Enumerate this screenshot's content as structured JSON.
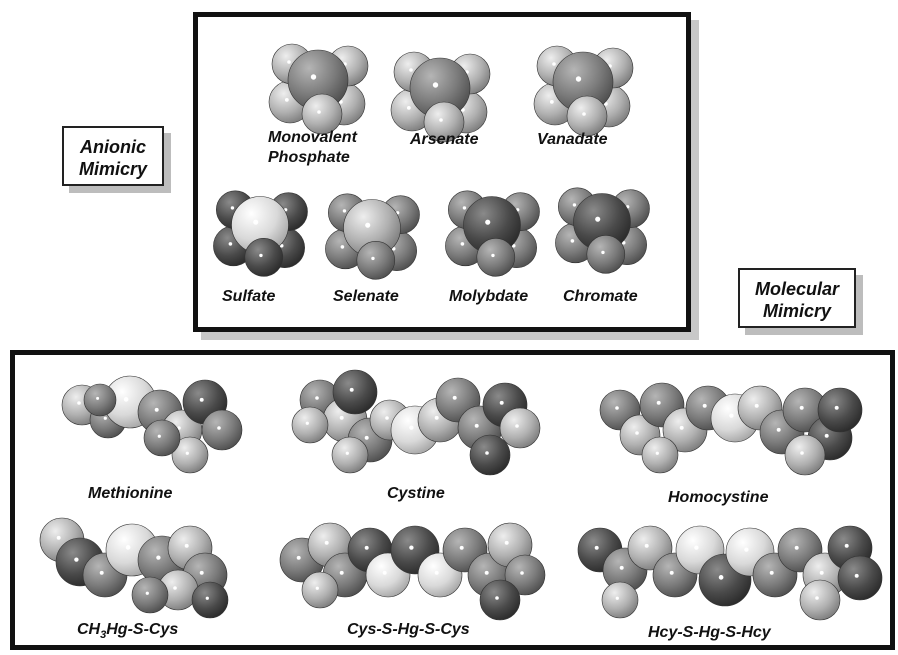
{
  "tags": {
    "anionic": [
      "Anionic",
      "Mimicry"
    ],
    "molecular": [
      "Molecular",
      "Mimicry"
    ]
  },
  "anions": {
    "monovalent_phosphate": [
      "Monovalent",
      "Phosphate"
    ],
    "arsenate": "Arsenate",
    "vanadate": "Vanadate",
    "sulfate": "Sulfate",
    "selenate": "Selenate",
    "molybdate": "Molybdate",
    "chromate": "Chromate"
  },
  "molecules": {
    "methionine": "Methionine",
    "cystine": "Cystine",
    "homocystine": "Homocystine",
    "ch3hg_prefix": "CH",
    "ch3hg_sub": "3",
    "ch3hg_suffix": "Hg-S-Cys",
    "cys_s_hg_s_cys": "Cys-S-Hg-S-Cys",
    "hcy_s_hg_s_hcy": "Hcy-S-Hg-S-Hcy"
  },
  "colors": {
    "dark": "#4a4a4a",
    "mid": "#7a7a7a",
    "light": "#b0b0b0",
    "pale": "#d9d9d9"
  }
}
